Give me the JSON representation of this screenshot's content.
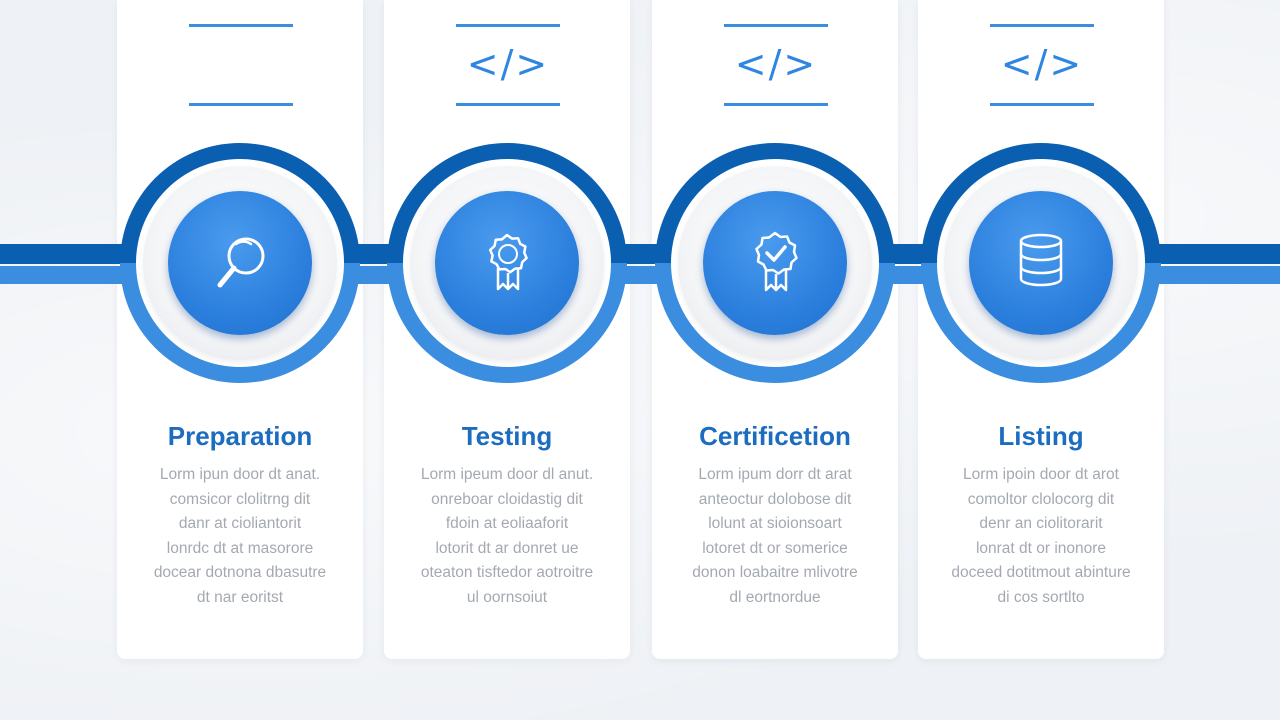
{
  "colors": {
    "dark_blue": "#0b5fb0",
    "light_blue": "#3b8de0",
    "core_blue": "#2c80dd",
    "title_blue": "#1c6cbf",
    "body_gray": "#a4a9b1",
    "background": "#eef1f5"
  },
  "steps": [
    {
      "title": "Preparation",
      "icon": "magnifier-icon",
      "deco_symbol": "",
      "body": [
        "Lorm ipun door dt anat.",
        "comsicor clolitrng dit",
        "danr at cioliantorit",
        "lonrdc dt at masorore",
        "docear dotnona dbasutre",
        "dt nar eoritst"
      ]
    },
    {
      "title": "Testing",
      "icon": "award-ribbon-icon",
      "deco_symbol": "</>",
      "body": [
        "Lorm ipeum door dl anut.",
        "onreboar cloidastig dit",
        "fdoin at eoliaaforit",
        "lotorit dt ar donret ue",
        "oteaton tisftedor aotroitre",
        "ul oornsoiut"
      ]
    },
    {
      "title": "Certificetion",
      "icon": "certified-badge-icon",
      "deco_symbol": "</>",
      "body": [
        "Lorm ipum dorr dt arat",
        "anteoctur dolobose dit",
        "lolunt at sioionsoart",
        "lotoret dt or somerice",
        "donon loabaitre mlivotre",
        "dl eortnordue"
      ]
    },
    {
      "title": "Listing",
      "icon": "database-icon",
      "deco_symbol": "</>",
      "body": [
        "Lorm ipoin door dt arot",
        "comoltor clolocorg dit",
        "denr an ciolitorarit",
        "lonrat dt or inonore",
        "doceed dotitmout abinture",
        "di cos sortlto"
      ]
    }
  ]
}
